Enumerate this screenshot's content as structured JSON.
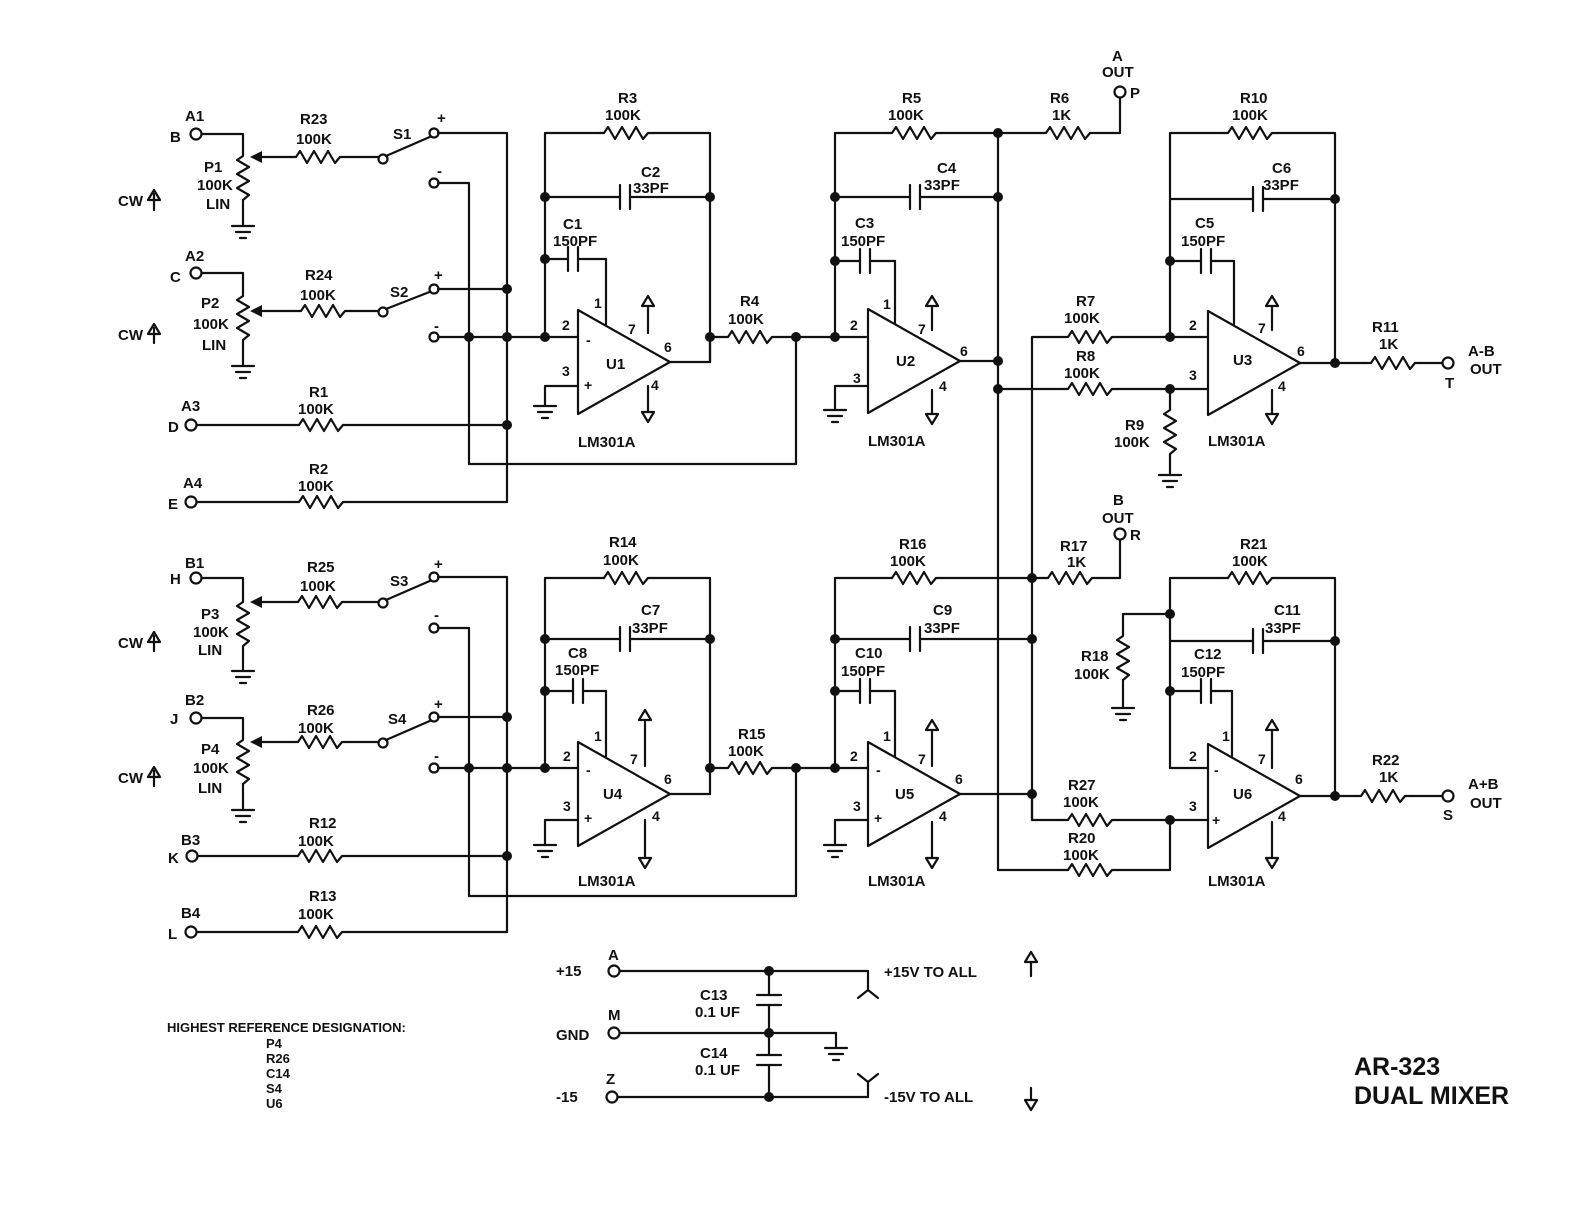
{
  "title": {
    "line1": "AR-323",
    "line2": "DUAL MIXER"
  },
  "reference": {
    "heading": "HIGHEST REFERENCE DESIGNATION:",
    "items": [
      "P4",
      "R26",
      "C14",
      "S4",
      "U6"
    ]
  },
  "inputs": {
    "a1": {
      "name": "A1",
      "pin": "B"
    },
    "a2": {
      "name": "A2",
      "pin": "C"
    },
    "a3": {
      "name": "A3",
      "pin": "D"
    },
    "a4": {
      "name": "A4",
      "pin": "E"
    },
    "b1": {
      "name": "B1",
      "pin": "H"
    },
    "b2": {
      "name": "B2",
      "pin": "J"
    },
    "b3": {
      "name": "B3",
      "pin": "K"
    },
    "b4": {
      "name": "B4",
      "pin": "L"
    }
  },
  "pots": {
    "p1": {
      "name": "P1",
      "value": "100K",
      "taper": "LIN"
    },
    "p2": {
      "name": "P2",
      "value": "100K",
      "taper": "LIN"
    },
    "p3": {
      "name": "P3",
      "value": "100K",
      "taper": "LIN"
    },
    "p4": {
      "name": "P4",
      "value": "100K",
      "taper": "LIN"
    },
    "cw": "CW"
  },
  "resistors": {
    "r1": {
      "name": "R1",
      "value": "100K"
    },
    "r2": {
      "name": "R2",
      "value": "100K"
    },
    "r3": {
      "name": "R3",
      "value": "100K"
    },
    "r4": {
      "name": "R4",
      "value": "100K"
    },
    "r5": {
      "name": "R5",
      "value": "100K"
    },
    "r6": {
      "name": "R6",
      "value": "1K"
    },
    "r7": {
      "name": "R7",
      "value": "100K"
    },
    "r8": {
      "name": "R8",
      "value": "100K"
    },
    "r9": {
      "name": "R9",
      "value": "100K"
    },
    "r10": {
      "name": "R10",
      "value": "100K"
    },
    "r11": {
      "name": "R11",
      "value": "1K"
    },
    "r12": {
      "name": "R12",
      "value": "100K"
    },
    "r13": {
      "name": "R13",
      "value": "100K"
    },
    "r14": {
      "name": "R14",
      "value": "100K"
    },
    "r15": {
      "name": "R15",
      "value": "100K"
    },
    "r16": {
      "name": "R16",
      "value": "100K"
    },
    "r17": {
      "name": "R17",
      "value": "1K"
    },
    "r18": {
      "name": "R18",
      "value": "100K"
    },
    "r20": {
      "name": "R20",
      "value": "100K"
    },
    "r21": {
      "name": "R21",
      "value": "100K"
    },
    "r22": {
      "name": "R22",
      "value": "1K"
    },
    "r23": {
      "name": "R23",
      "value": "100K"
    },
    "r24": {
      "name": "R24",
      "value": "100K"
    },
    "r25": {
      "name": "R25",
      "value": "100K"
    },
    "r26": {
      "name": "R26",
      "value": "100K"
    },
    "r27": {
      "name": "R27",
      "value": "100K"
    }
  },
  "capacitors": {
    "c1": {
      "name": "C1",
      "value": "150PF"
    },
    "c2": {
      "name": "C2",
      "value": "33PF"
    },
    "c3": {
      "name": "C3",
      "value": "150PF"
    },
    "c4": {
      "name": "C4",
      "value": "33PF"
    },
    "c5": {
      "name": "C5",
      "value": "150PF"
    },
    "c6": {
      "name": "C6",
      "value": "33PF"
    },
    "c7": {
      "name": "C7",
      "value": "33PF"
    },
    "c8": {
      "name": "C8",
      "value": "150PF"
    },
    "c9": {
      "name": "C9",
      "value": "33PF"
    },
    "c10": {
      "name": "C10",
      "value": "150PF"
    },
    "c11": {
      "name": "C11",
      "value": "33PF"
    },
    "c12": {
      "name": "C12",
      "value": "150PF"
    },
    "c13": {
      "name": "C13",
      "value": "0.1 UF"
    },
    "c14": {
      "name": "C14",
      "value": "0.1 UF"
    }
  },
  "switches": {
    "s1": "S1",
    "s2": "S2",
    "s3": "S3",
    "s4": "S4",
    "plus": "+",
    "minus": "-"
  },
  "opamps": {
    "u1": "U1",
    "u2": "U2",
    "u3": "U3",
    "u4": "U4",
    "u5": "U5",
    "u6": "U6",
    "part": "LM301A",
    "pins": {
      "inv": "2",
      "noninv": "3",
      "out": "6",
      "vplus": "7",
      "vminus": "4",
      "comp": "1",
      "minus_sign": "-",
      "plus_sign": "+"
    }
  },
  "outputs": {
    "a_out": {
      "label1": "A",
      "label2": "OUT",
      "pin": "P"
    },
    "b_out": {
      "label1": "B",
      "label2": "OUT",
      "pin": "R"
    },
    "a_minus_b": {
      "label1": "A-B",
      "label2": "OUT",
      "pin": "T"
    },
    "a_plus_b": {
      "label1": "A+B",
      "label2": "OUT",
      "pin": "S"
    }
  },
  "power": {
    "plus15": {
      "label": "+15",
      "pin": "A",
      "note": "+15V TO ALL"
    },
    "gnd": {
      "label": "GND",
      "pin": "M"
    },
    "minus15": {
      "label": "-15",
      "pin": "Z",
      "note": "-15V TO ALL"
    }
  }
}
